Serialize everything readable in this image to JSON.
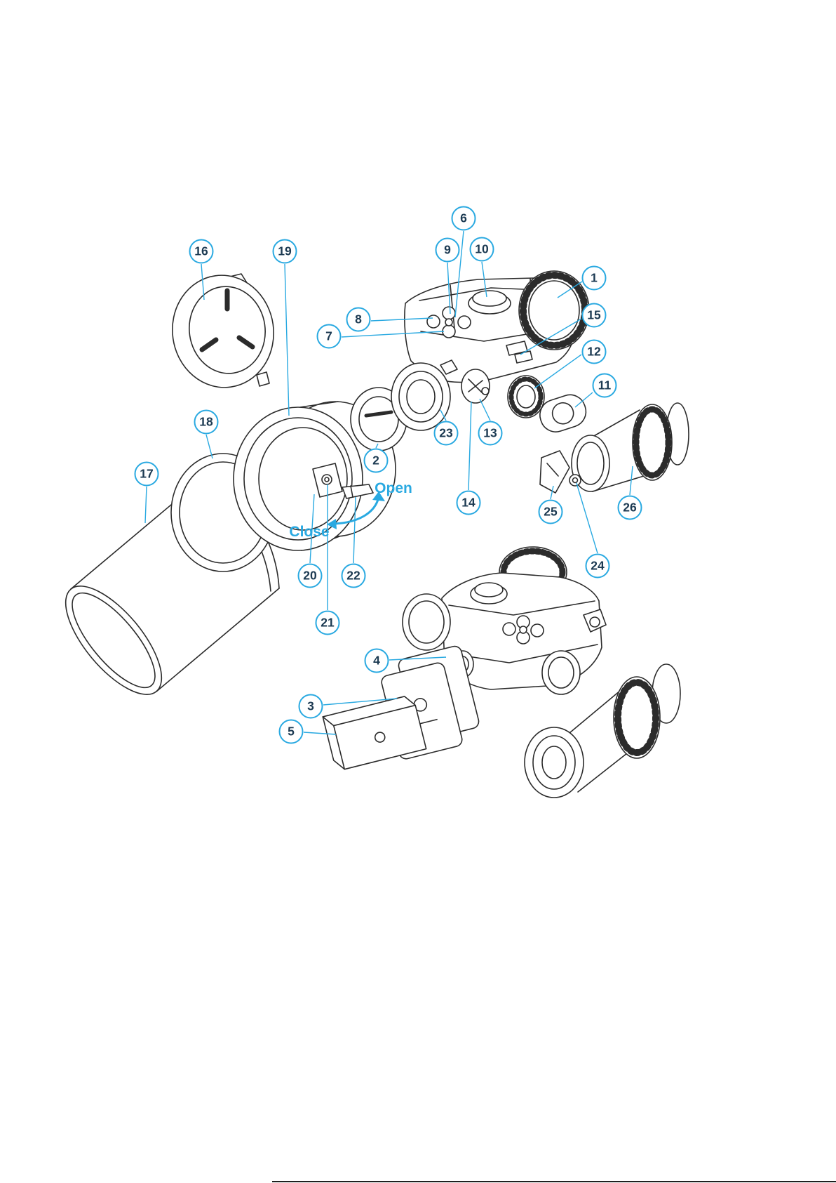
{
  "diagram": {
    "type": "exploded-view-technical-illustration",
    "colors": {
      "accent": "#29A9E1",
      "callout_number": "#1C3A52",
      "line_art": "#2B2B2B"
    },
    "callouts": [
      "1",
      "2",
      "3",
      "4",
      "5",
      "6",
      "7",
      "8",
      "9",
      "10",
      "11",
      "12",
      "13",
      "14",
      "15",
      "16",
      "17",
      "18",
      "19",
      "20",
      "21",
      "22",
      "23",
      "24",
      "25",
      "26"
    ],
    "annotations": {
      "open": "Open",
      "close": "Close"
    }
  }
}
